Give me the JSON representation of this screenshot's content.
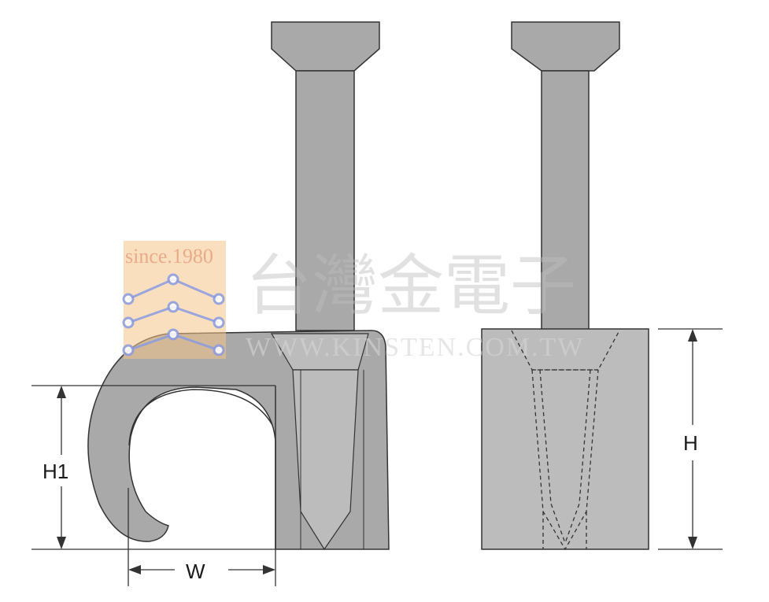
{
  "dimensions": {
    "h1": "H1",
    "w": "W",
    "h": "H"
  },
  "watermark": {
    "since": "since.1980",
    "chinese_name": "台灣金電子",
    "url": "WWW.KINSTEN.COM.TW"
  },
  "colors": {
    "part_fill": "#a9a9a9",
    "part_fill_light": "#bcbcbc",
    "outline": "#333333",
    "logo_orange": "#f5c48a",
    "logo_blue": "#8a9be0"
  }
}
